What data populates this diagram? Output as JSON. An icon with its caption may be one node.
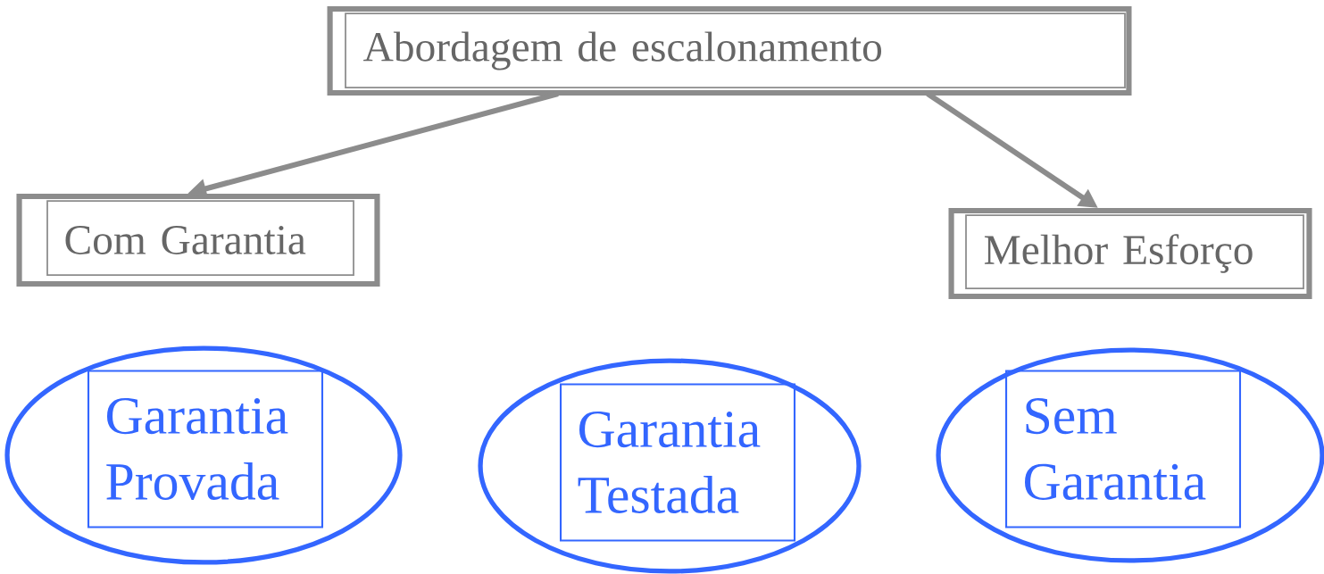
{
  "diagram": {
    "nodes": [
      {
        "text": [
          "Abordagem de escalonamento"
        ]
      },
      {
        "text": [
          "Com Garantia"
        ]
      },
      {
        "text": [
          "Melhor Esforço"
        ]
      },
      {
        "text": [],
        "shape": "ellipse"
      },
      {
        "text": [
          "Garantia Provada"
        ],
        "in": 3
      },
      {
        "text": [],
        "shape": "ellipse"
      },
      {
        "text": [
          "Garantia Testada"
        ],
        "in": 5
      },
      {
        "text": [],
        "shape": "ellipse"
      },
      {
        "text": [
          "Sem Garantia"
        ],
        "in": 7
      }
    ],
    "edges": [
      {
        "from": 0,
        "to": 1,
        "arrow": "to"
      },
      {
        "from": 0,
        "to": 2,
        "arrow": "to"
      }
    ]
  }
}
